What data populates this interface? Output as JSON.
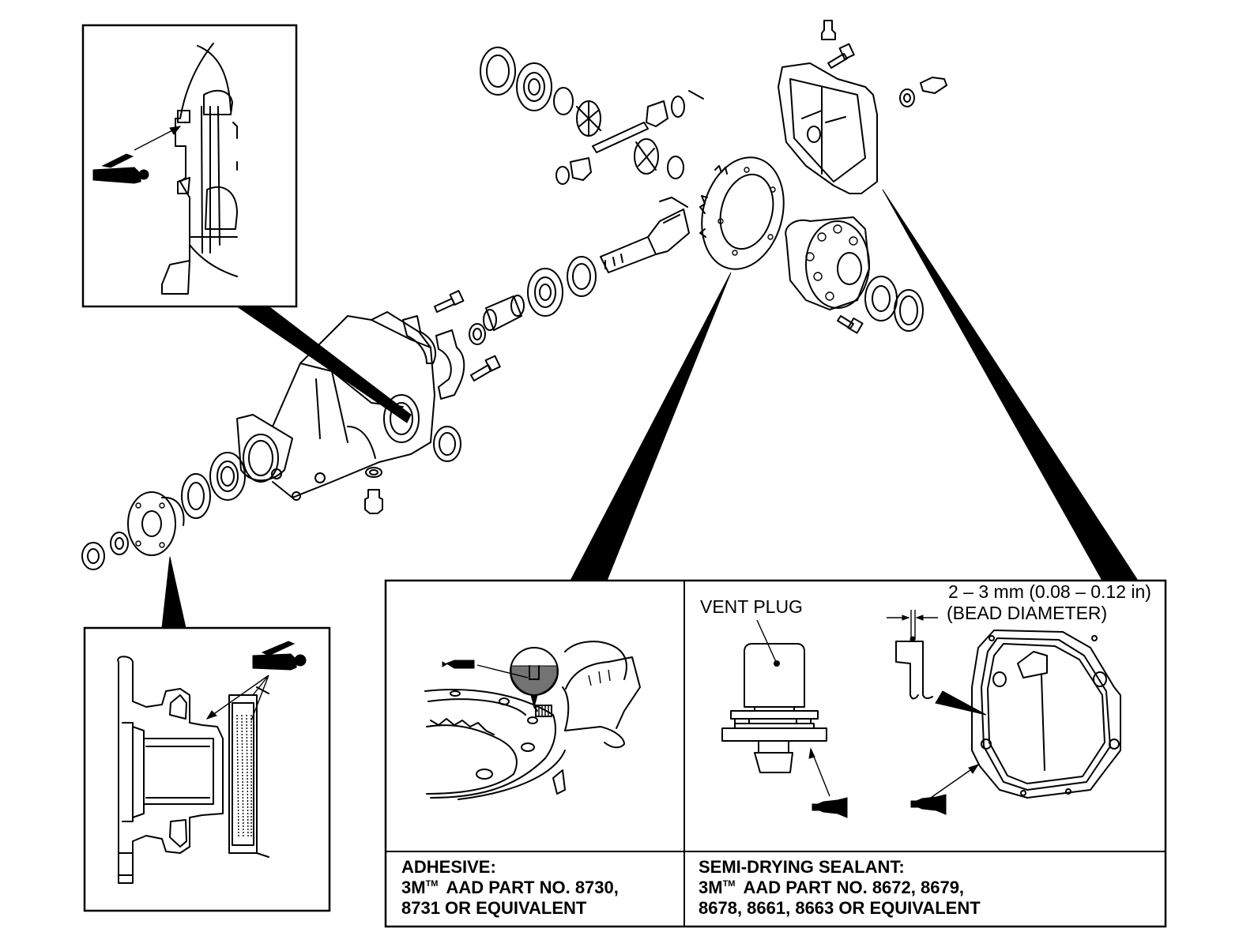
{
  "diagram": {
    "title": "Differential exploded view with sealant and adhesive application points",
    "callouts": {
      "vent_plug_label": "VENT PLUG",
      "bead_size_label": "2 – 3 mm (0.08 – 0.12 in)",
      "bead_diameter_label": "(BEAD DIAMETER)"
    },
    "legend": {
      "adhesive": {
        "title": "ADHESIVE:",
        "line1_prefix": "3M",
        "line1_tm": "TM",
        "line1_rest": "AAD PART NO. 8730,",
        "line2": "8731 OR EQUIVALENT"
      },
      "sealant": {
        "title": "SEMI-DRYING SEALANT:",
        "line1_prefix": "3M",
        "line1_tm": "TM",
        "line1_rest": "AAD PART NO. 8672, 8679,",
        "line2": "8678, 8661, 8663 OR EQUIVALENT"
      }
    },
    "colors": {
      "ink": "#000000",
      "paper": "#ffffff"
    }
  }
}
